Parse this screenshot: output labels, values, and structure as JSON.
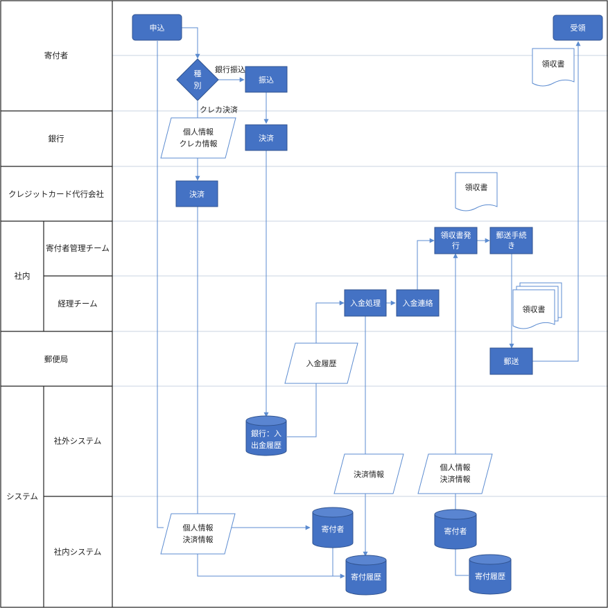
{
  "lanes": {
    "donor": "寄付者",
    "bank": "銀行",
    "card_company": "クレジットカード代行会社",
    "company": "社内",
    "donor_team": "寄付者管理チーム",
    "accounting_team": "経理チーム",
    "post_office": "郵便局",
    "system": "システム",
    "external_system": "社外システム",
    "internal_system": "社内システム"
  },
  "nodes": {
    "apply": "申込",
    "receive": "受領",
    "type_line1": "種",
    "type_line2": "別",
    "transfer": "振込",
    "receipt_doc_top": "領収書",
    "card_info_line1": "個人情報",
    "card_info_line2": "クレカ情報",
    "bank_settle": "決済",
    "card_settle": "決済",
    "receipt_doc_mid": "領収書",
    "issue_receipt_line1": "領収書発",
    "issue_receipt_line2": "行",
    "mailing_proc_line1": "郵送手続",
    "mailing_proc_line2": "き",
    "payment_process": "入金処理",
    "payment_notice": "入金連絡",
    "receipt_stack": "領収書",
    "payment_history": "入金履歴",
    "mail": "郵送",
    "bank_db_line1": "銀行：入",
    "bank_db_line2": "出金履歴",
    "settle_info": "決済情報",
    "pi_settle_ext_line1": "個人情報",
    "pi_settle_ext_line2": "決済情報",
    "pi_settle_int_line1": "個人情報",
    "pi_settle_int_line2": "決済情報",
    "donor_db_1": "寄付者",
    "donor_db_2": "寄付者",
    "donation_history_1": "寄付履歴",
    "donation_history_2": "寄付履歴"
  },
  "edges": {
    "bank_transfer": "銀行振込",
    "credit_card": "クレカ決済"
  },
  "colors": {
    "process_fill": "#4472c4",
    "process_stroke": "#2f528f",
    "lane_border": "#222222",
    "separator": "#c9d3e0",
    "connector": "#5b8bd0"
  }
}
